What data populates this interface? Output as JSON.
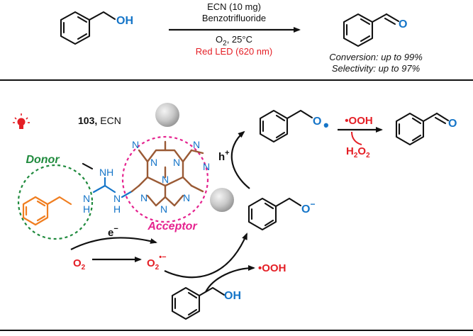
{
  "top_reaction": {
    "reactant_group": "OH",
    "product_group": "O",
    "catalyst": "ECN (10 mg)",
    "solvent": "Benzotrifluoride",
    "oxidant": "O",
    "oxidant_sub": "2",
    "temperature": ", 25°C",
    "light": "Red LED (620 nm)",
    "conversion": "Conversion: up to 99%",
    "selectivity": "Selectivity: up to 97%"
  },
  "mechanism": {
    "catalyst_number": "103,",
    "catalyst_name": "ECN",
    "donor_label": "Donor",
    "acceptor_label": "Acceptor",
    "hole_label": "h",
    "hole_charge": "+",
    "electron_label": "e",
    "electron_charge": "−",
    "nh_upper": "NH",
    "nh_left_n": "N",
    "nh_left_h": "H",
    "nh_right_n": "N",
    "nh_right_h": "H",
    "ring_n": "N",
    "o2": "O",
    "o2_sub": "2",
    "superoxide": "O",
    "superoxide_sub": "2",
    "superoxide_charge": "•−",
    "hydroperoxyl": "•OOH",
    "radical_o": "O",
    "radical_dot": "•",
    "alkoxide_o": "O",
    "alkoxide_charge": "−",
    "ooh_reagent": "•OOH",
    "h2o2_h": "H",
    "h2o2_sub1": "2",
    "h2o2_o": "O",
    "h2o2_sub2": "2",
    "product_o": "O",
    "benzyl_alcohol_oh": "OH"
  },
  "colors": {
    "red": "#e41e25",
    "blue": "#1575c8",
    "orange": "#f07e20",
    "green": "#1f8a3d",
    "magenta": "#e5238f",
    "brown": "#9a5a35"
  },
  "icons": [
    "light-bulb-icon"
  ]
}
